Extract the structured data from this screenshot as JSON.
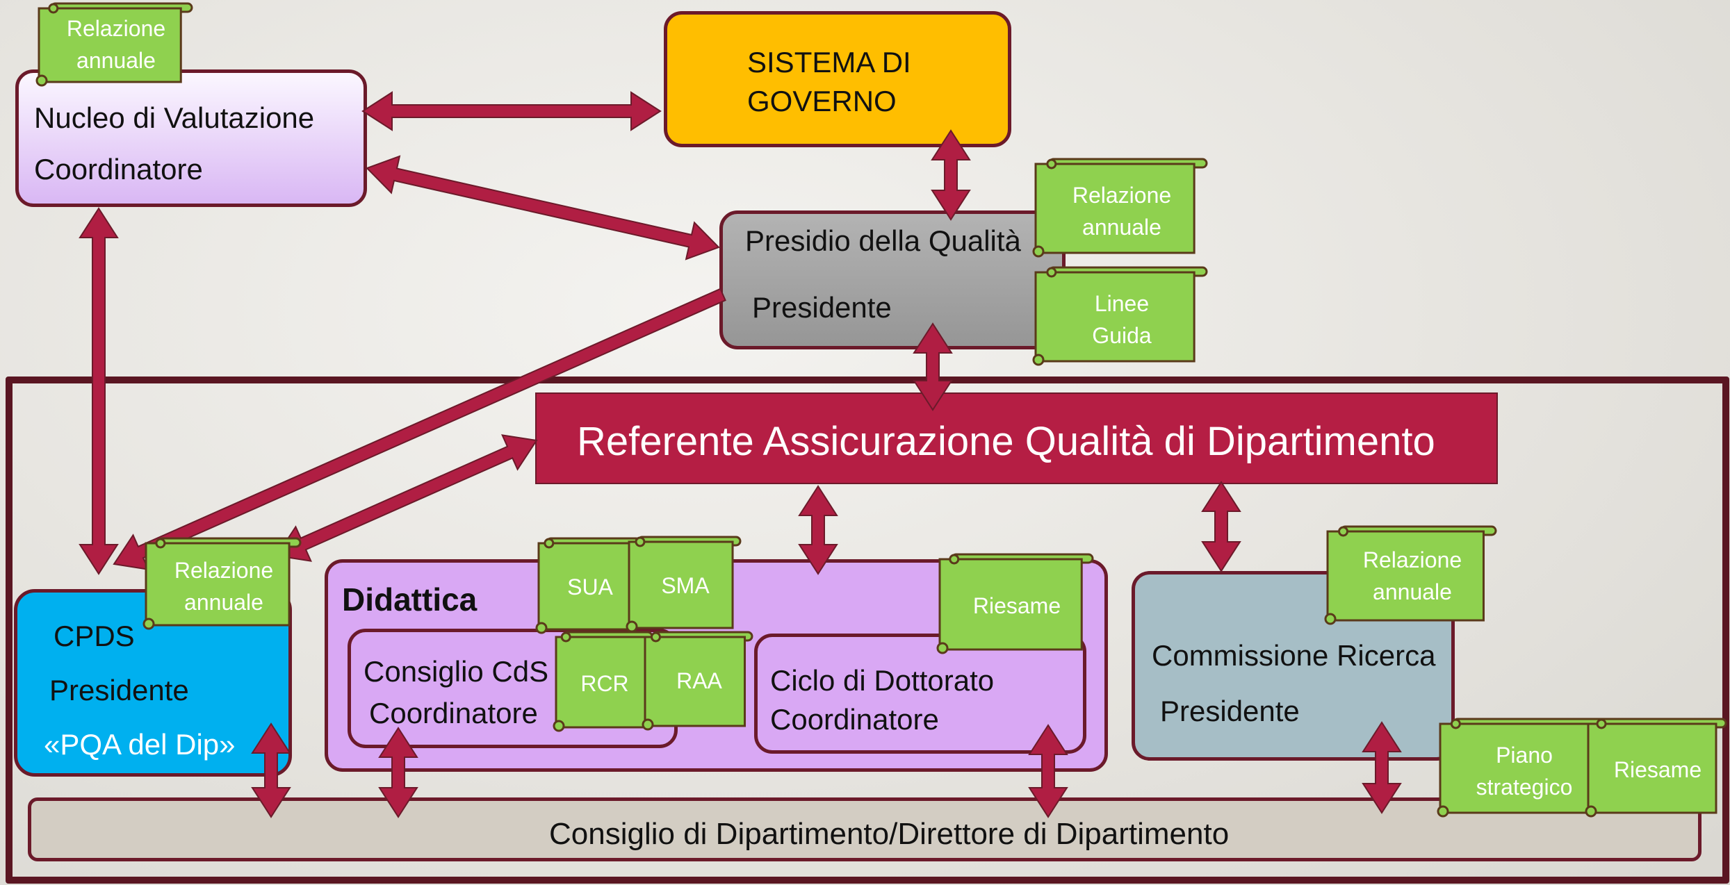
{
  "nucleo": {
    "title": "Nucleo di Valutazione",
    "role": "Coordinatore"
  },
  "governo": {
    "line1": "SISTEMA DI",
    "line2": "GOVERNO"
  },
  "presidio": {
    "title": "Presidio della Qualità",
    "role": "Presidente"
  },
  "referente": {
    "title": "Referente Assicurazione Qualità di Dipartimento"
  },
  "cpds": {
    "title": "CPDS",
    "role": "Presidente",
    "note": "«PQA del Dip»"
  },
  "didattica": {
    "title": "Didattica"
  },
  "cds": {
    "title": "Consiglio CdS",
    "role": "Coordinatore"
  },
  "dottorato": {
    "title": "Ciclo di Dottorato",
    "role": "Coordinatore"
  },
  "ricerca": {
    "title": "Commissione Ricerca",
    "role": "Presidente"
  },
  "consiglio": {
    "title": "Consiglio di Dipartimento/Direttore di Dipartimento"
  },
  "documents": {
    "nucleo_relazione": {
      "line1": "Relazione",
      "line2": "annuale"
    },
    "presidio_relazione": {
      "line1": "Relazione",
      "line2": "annuale"
    },
    "presidio_linee": {
      "line1": "Linee",
      "line2": "Guida"
    },
    "cpds_relazione": {
      "line1": "Relazione",
      "line2": "annuale"
    },
    "sua": {
      "line1": "SUA"
    },
    "sma": {
      "line1": "SMA"
    },
    "rcr": {
      "line1": "RCR"
    },
    "raa": {
      "line1": "RAA"
    },
    "dottorato_riesame": {
      "line1": "Riesame"
    },
    "ricerca_relazione": {
      "line1": "Relazione",
      "line2": "annuale"
    },
    "piano_strategico": {
      "line1": "Piano",
      "line2": "strategico"
    },
    "ricerca_riesame": {
      "line1": "Riesame"
    }
  },
  "colors": {
    "arrow": "#b01e43",
    "document": "#8fd14f",
    "governo": "#ffbe00",
    "cpds": "#00b0ef",
    "didattica": "#d9a8f4",
    "ricerca": "#a6bec6",
    "referente": "#b51e44"
  }
}
